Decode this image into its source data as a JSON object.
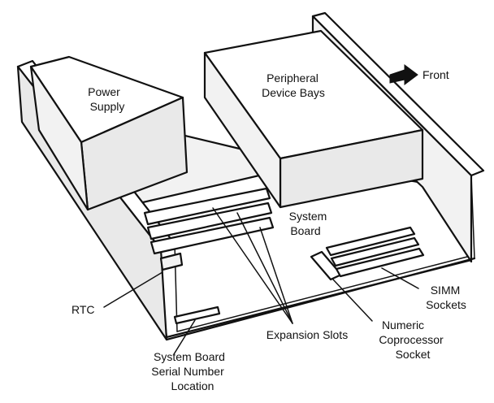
{
  "diagram": {
    "labels": {
      "power_supply_line1": "Power",
      "power_supply_line2": "Supply",
      "peripheral_line1": "Peripheral",
      "peripheral_line2": "Device Bays",
      "front": "Front",
      "system_board_line1": "System",
      "system_board_line2": "Board",
      "rtc": "RTC",
      "simm_line1": "SIMM",
      "simm_line2": "Sockets",
      "coproc_line1": "Numeric",
      "coproc_line2": "Coprocessor",
      "coproc_line3": "Socket",
      "expansion_slots": "Expansion Slots",
      "serial_line1": "System Board",
      "serial_line2": "Serial Number",
      "serial_line3": "Location"
    },
    "colors": {
      "ink": "#111111",
      "background": "#ffffff"
    },
    "icons": {
      "front_arrow": "arrow-right-icon"
    }
  }
}
